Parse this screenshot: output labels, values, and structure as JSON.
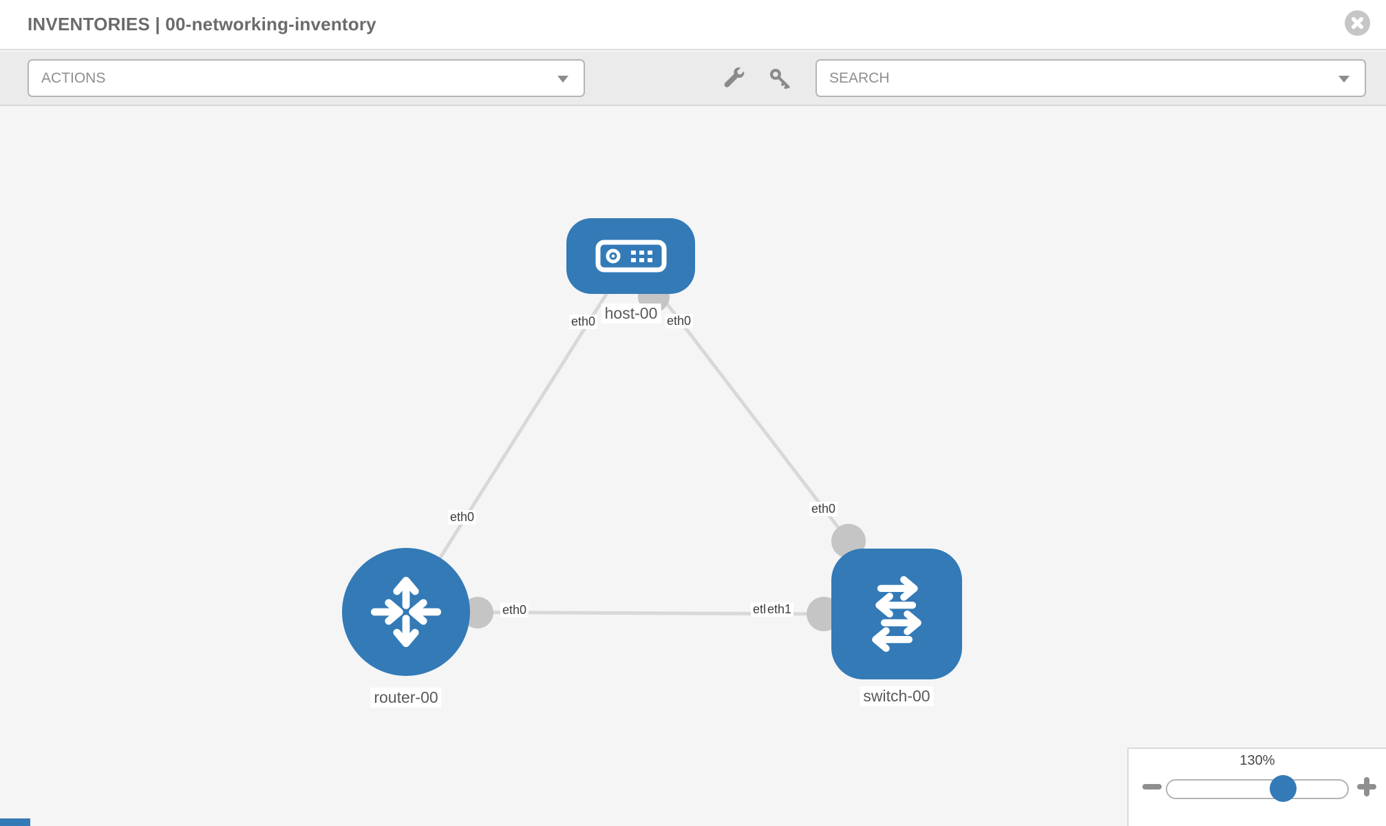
{
  "header": {
    "title": "INVENTORIES | 00-networking-inventory"
  },
  "toolbar": {
    "actions_label": "ACTIONS",
    "search_placeholder": "SEARCH"
  },
  "topology": {
    "nodes": [
      {
        "id": "host-00",
        "label": "host-00",
        "type": "host"
      },
      {
        "id": "router-00",
        "label": "router-00",
        "type": "router"
      },
      {
        "id": "switch-00",
        "label": "switch-00",
        "type": "switch"
      }
    ],
    "links": [
      {
        "from": "host-00",
        "to": "router-00",
        "from_interface": "eth0",
        "to_interface": "eth0"
      },
      {
        "from": "host-00",
        "to": "switch-00",
        "from_interface": "eth0",
        "to_interface": "eth0"
      },
      {
        "from": "router-00",
        "to": "switch-00",
        "from_interface": "eth0",
        "to_interface": "eth1"
      }
    ],
    "interface_labels": {
      "l1_host": "eth0",
      "l1_router": "eth0",
      "l2_host": "eth0",
      "l2_switch": "eth0",
      "l3_router": "eth0",
      "l3_switch_back": "eth0",
      "l3_switch_front": "eth1"
    },
    "colors": {
      "node_blue": "#337ab7",
      "port_gray": "#c5c5c5",
      "link_gray": "#d8d8d8"
    }
  },
  "zoom_control": {
    "level": "130%",
    "percent_along_track": 64
  }
}
